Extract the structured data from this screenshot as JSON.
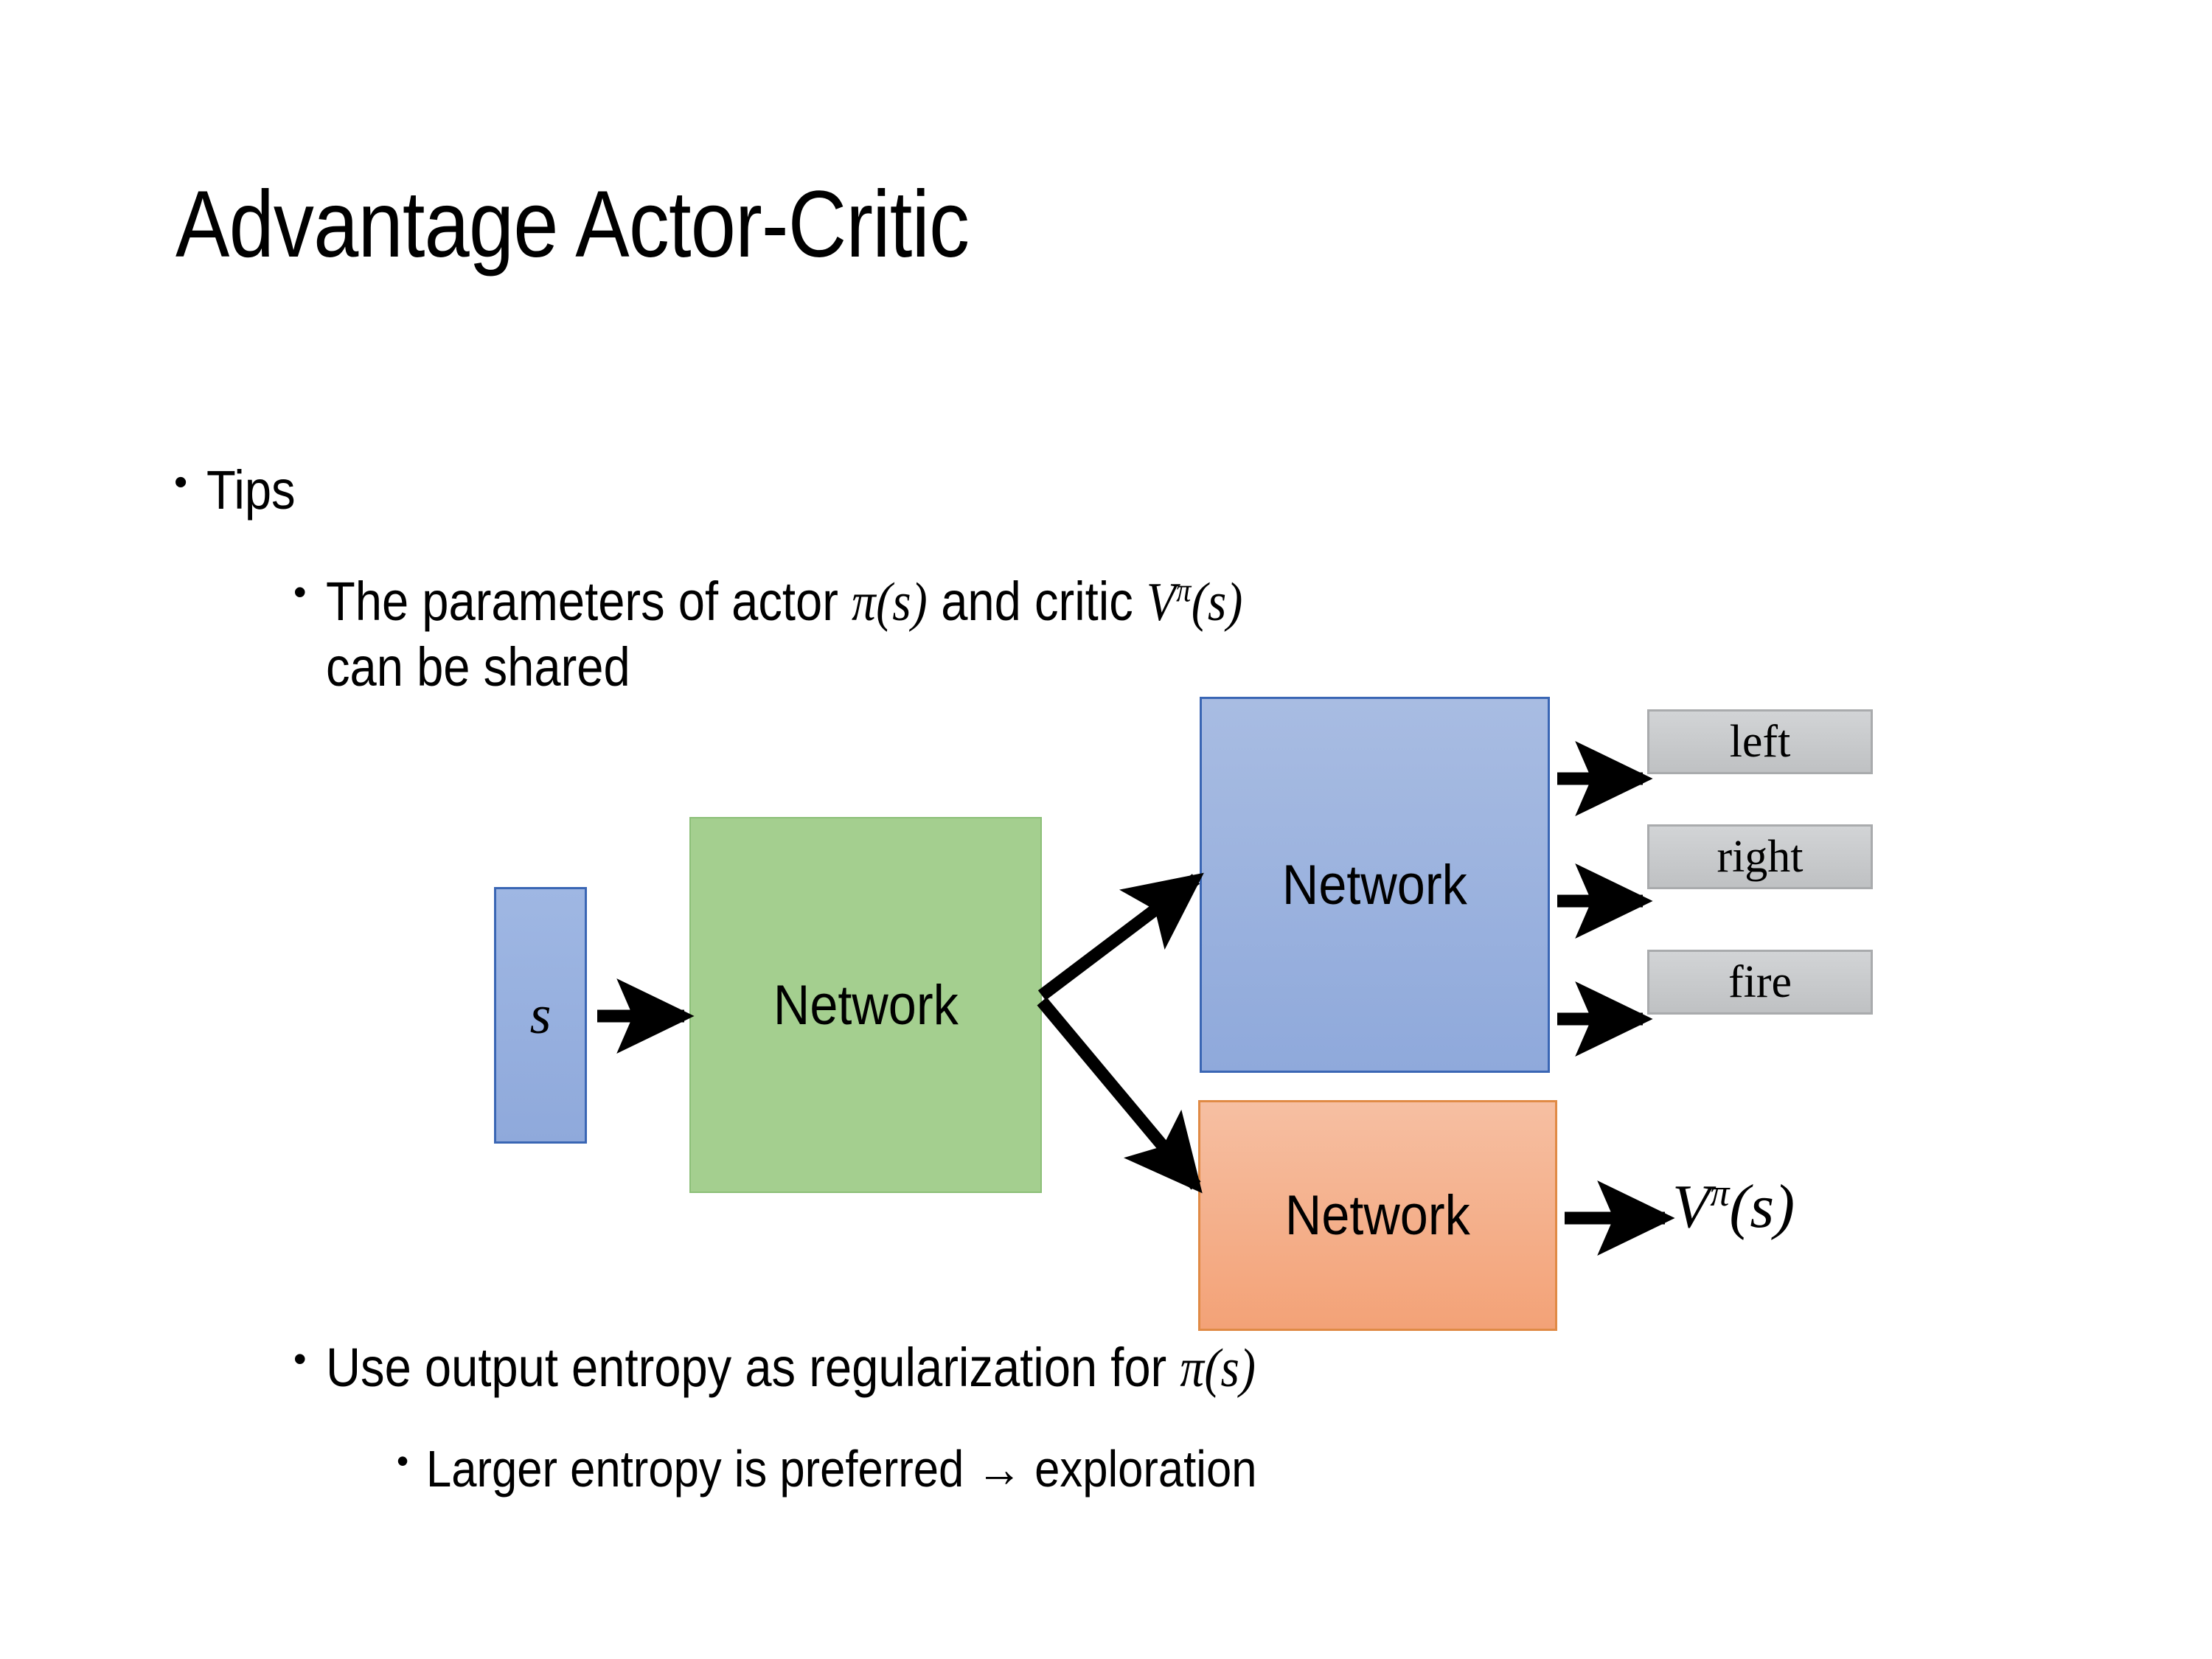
{
  "slide": {
    "title": "Advantage Actor-Critic",
    "background_color": "#FFFFFF"
  },
  "bullets": {
    "tips": {
      "marker": "•",
      "text": "Tips"
    },
    "parameters": {
      "marker": "•",
      "text_before_pi": "The parameters of actor ",
      "pi_of_s": "π(s)",
      "text_middle": "  and critic ",
      "v_pi": "V",
      "v_pi_sup": "π",
      "v_pi_arg": "(s)",
      "line2": "can be shared",
      "full_text": "The parameters of actor π(s)  and critic Vπ(s) can be shared"
    },
    "entropy": {
      "marker": "•",
      "text_before_pi": "Use output entropy as regularization for ",
      "pi_of_s": "π(s)",
      "full_text": "Use output entropy as regularization for π(s)"
    },
    "larger": {
      "marker": "•",
      "text": "Larger entropy is preferred → exploration"
    }
  },
  "diagram": {
    "input": {
      "label": "s",
      "fill_color": "#95AEDE",
      "border_color": "#3A66B4"
    },
    "shared_network": {
      "label": "Network",
      "fill_color": "#A4CF8F",
      "border_color": "#8CBF78"
    },
    "actor_network": {
      "label": "Network",
      "fill_color": "#95AEDE",
      "border_color": "#3A66B4"
    },
    "critic_network": {
      "label": "Network",
      "fill_color": "#F3A277",
      "border_color": "#E08A45"
    },
    "action_outputs": [
      {
        "label": "left",
        "fill_color": "#C8CACC"
      },
      {
        "label": "right",
        "fill_color": "#C8CACC"
      },
      {
        "label": "fire",
        "fill_color": "#C8CACC"
      }
    ],
    "value_output": {
      "symbol": "V",
      "superscript": "π",
      "argument": "(s)",
      "full": "Vπ(s)"
    },
    "arrow_color": "#000000",
    "arrows": [
      {
        "name": "s-to-shared-network"
      },
      {
        "name": "shared-network-to-actor-network"
      },
      {
        "name": "shared-network-to-critic-network"
      },
      {
        "name": "actor-network-to-left"
      },
      {
        "name": "actor-network-to-right"
      },
      {
        "name": "actor-network-to-fire"
      },
      {
        "name": "critic-network-to-value"
      }
    ]
  }
}
